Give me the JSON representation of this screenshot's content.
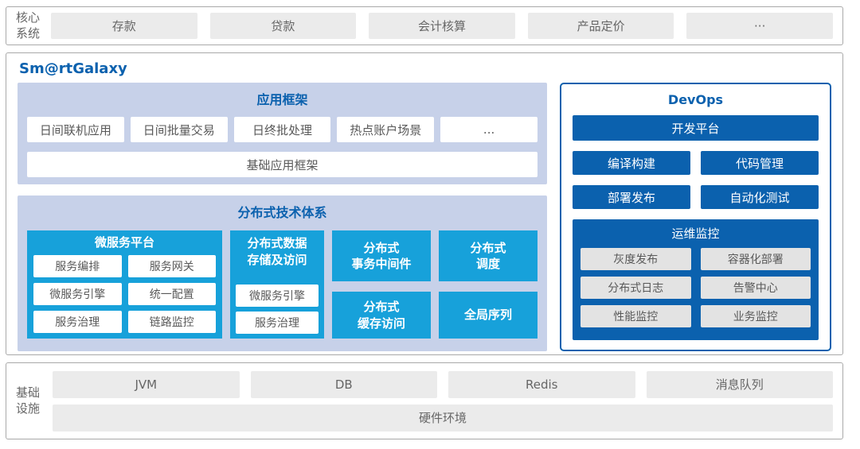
{
  "colors": {
    "accent_blue": "#0b61ae",
    "cyan": "#17a1da",
    "panel_lavender": "#c7d1e9",
    "box_grey": "#ebebeb",
    "text_grey": "#666666"
  },
  "core_systems": {
    "label": "核心\n系统",
    "items": [
      "存款",
      "贷款",
      "会计核算",
      "产品定价",
      "···"
    ]
  },
  "platform": {
    "title": "Sm@rtGalaxy",
    "app_framework": {
      "title": "应用框架",
      "items": [
        "日间联机应用",
        "日间批量交易",
        "日终批处理",
        "热点账户场景",
        "..."
      ],
      "base_item": "基础应用框架"
    },
    "distributed": {
      "title": "分布式技术体系",
      "microservice_platform": {
        "title": "微服务平台",
        "items": [
          "服务编排",
          "服务网关",
          "微服务引擎",
          "统一配置",
          "服务治理",
          "链路监控"
        ]
      },
      "data_storage": {
        "title": "分布式数据\n存储及访问",
        "items": [
          "微服务引擎",
          "服务治理"
        ]
      },
      "blocks": [
        "分布式\n事务中间件",
        "分布式\n调度",
        "分布式\n缓存访问",
        "全局序列"
      ]
    },
    "devops": {
      "title": "DevOps",
      "dev_platform": "开发平台",
      "tools": [
        "编译构建",
        "代码管理",
        "部署发布",
        "自动化测试"
      ],
      "ops_monitoring": {
        "title": "运维监控",
        "items": [
          "灰度发布",
          "容器化部署",
          "分布式日志",
          "告警中心",
          "性能监控",
          "业务监控"
        ]
      }
    }
  },
  "infrastructure": {
    "label": "基础\n设施",
    "items": [
      "JVM",
      "DB",
      "Redis",
      "消息队列"
    ],
    "hardware": "硬件环境"
  }
}
